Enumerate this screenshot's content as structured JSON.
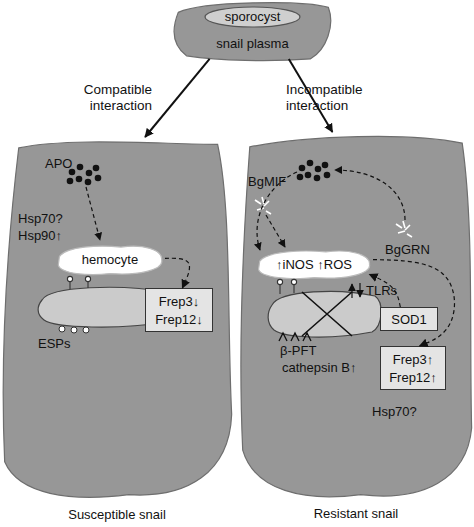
{
  "diagram": {
    "nodes": [
      {
        "text": [
          "snail plasma"
        ]
      },
      {
        "text": [
          "sporocyst"
        ],
        "in": 0
      },
      {
        "text": [
          "Susceptible snail"
        ]
      },
      {
        "text": [
          "Resistant snail"
        ]
      },
      {
        "text": [
          "hemocyte"
        ],
        "in": 2
      },
      {
        "text": [
          "Frep3↓",
          "Frep12↓"
        ],
        "in": 2
      },
      {
        "text": [
          "↑iNOS ↑ROS"
        ],
        "in": 3
      },
      {
        "text": [
          "SOD1"
        ],
        "in": 3
      },
      {
        "text": [
          "Frep3↑",
          "Frep12↑"
        ],
        "in": 3
      }
    ],
    "edges": [
      {
        "from": 0,
        "to": 2,
        "label": "Compatible interaction",
        "arrow": "to"
      },
      {
        "from": 0,
        "to": 3,
        "label": "Incompatible interaction",
        "arrow": "to"
      },
      {
        "from": 4,
        "to": 5,
        "arrow": "to"
      },
      {
        "from": 7,
        "to": 6,
        "arrow": "to"
      },
      {
        "from": 6,
        "to": 8,
        "arrow": "to"
      }
    ],
    "labels": [
      "APO",
      "Hsp70?",
      "Hsp90↑",
      "ESPs",
      "BgMIF",
      "BgGRN",
      "TLRs",
      "β-PFT",
      "cathepsin B↑",
      "Hsp70?"
    ]
  }
}
